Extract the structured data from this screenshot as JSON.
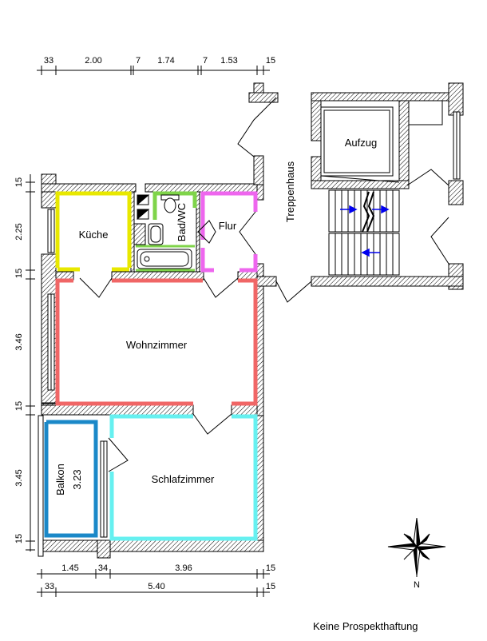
{
  "rooms": {
    "kueche": "Küche",
    "bad": "Bad/WC",
    "flur": "Flur",
    "treppenhaus": "Treppenhaus",
    "aufzug": "Aufzug",
    "wohnzimmer": "Wohnzimmer",
    "schlafzimmer": "Schlafzimmer",
    "balkon": "Balkon",
    "balkon_depth": "3.23"
  },
  "dimensions": {
    "top": [
      "33",
      "2.00",
      "7",
      "1.74",
      "7",
      "1.53",
      "15"
    ],
    "left": [
      "15",
      "2.25",
      "15",
      "3.46",
      "15",
      "3.45",
      "15"
    ],
    "bottom_row1": [
      "1.45",
      "34",
      "3.96",
      "15"
    ],
    "bottom_row2": [
      "33",
      "5.40",
      "15"
    ]
  },
  "compass": {
    "north": "N"
  },
  "disclaimer": "Keine  Prospekthaftung",
  "colors": {
    "kitchen": "#e8e800",
    "bath": "#7fd44a",
    "hall": "#ee66ee",
    "living": "#f06666",
    "bedroom": "#66f0f0",
    "balcony": "#1a88c8",
    "arrows": "#0000ee"
  }
}
